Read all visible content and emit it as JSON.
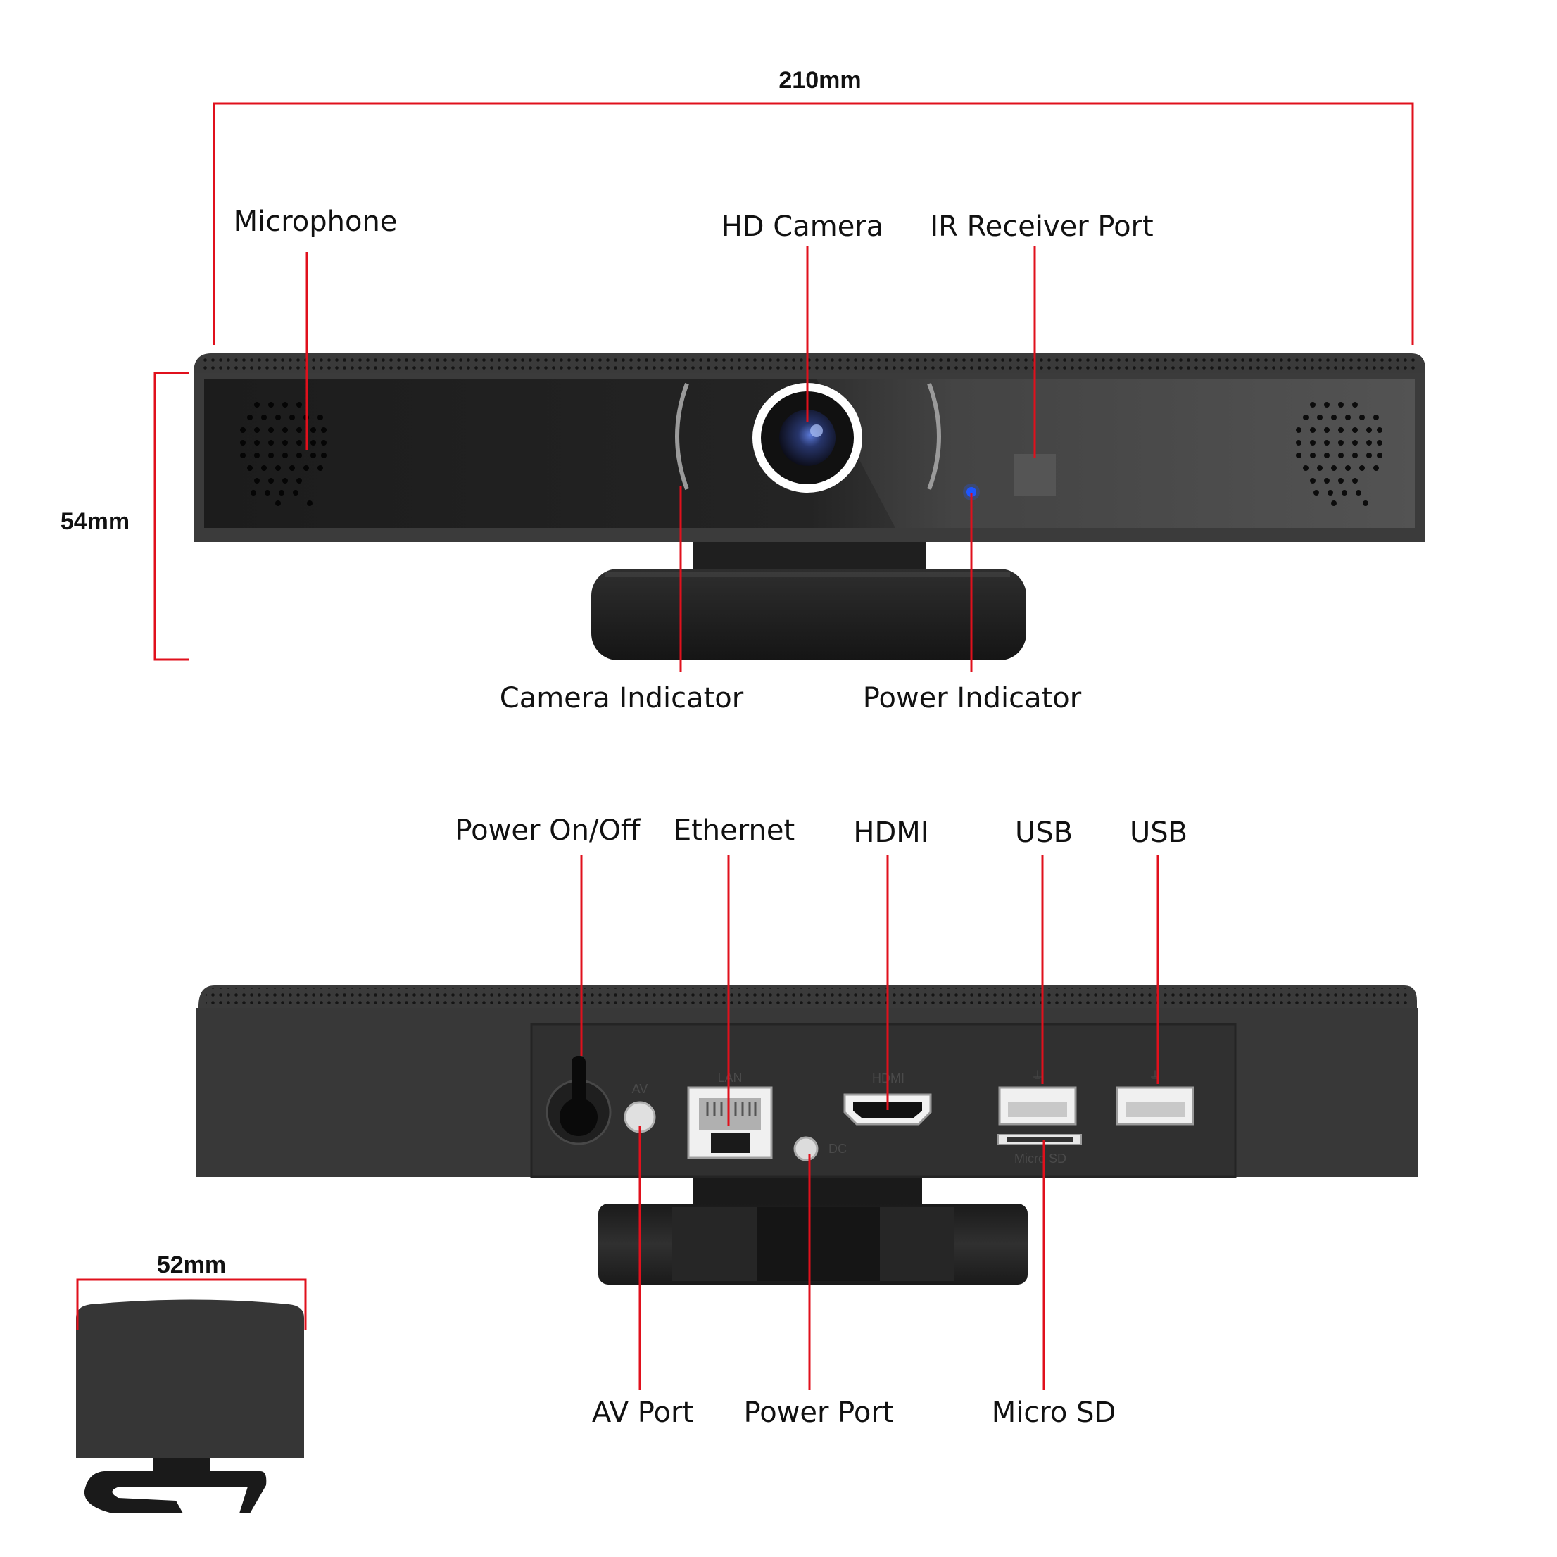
{
  "dimensions": {
    "width": "210mm",
    "height": "54mm",
    "depth": "52mm"
  },
  "front_labels": {
    "microphone": "Microphone",
    "hd_camera": "HD Camera",
    "ir_receiver": "IR Receiver Port",
    "camera_indicator": "Camera Indicator",
    "power_indicator": "Power Indicator"
  },
  "back_labels": {
    "power_onoff": "Power On/Off",
    "ethernet": "Ethernet",
    "hdmi": "HDMI",
    "usb_1": "USB",
    "usb_2": "USB",
    "av_port": "AV Port",
    "power_port": "Power Port",
    "micro_sd": "Micro SD"
  },
  "port_markings": {
    "av": "AV",
    "lan": "LAN",
    "hdmi": "HDMI",
    "dc": "DC",
    "micro_sd": "Micro  SD"
  },
  "colors": {
    "leader": "#e0101c",
    "body": "#2b2b2b",
    "indicator": "#1e56ff"
  }
}
